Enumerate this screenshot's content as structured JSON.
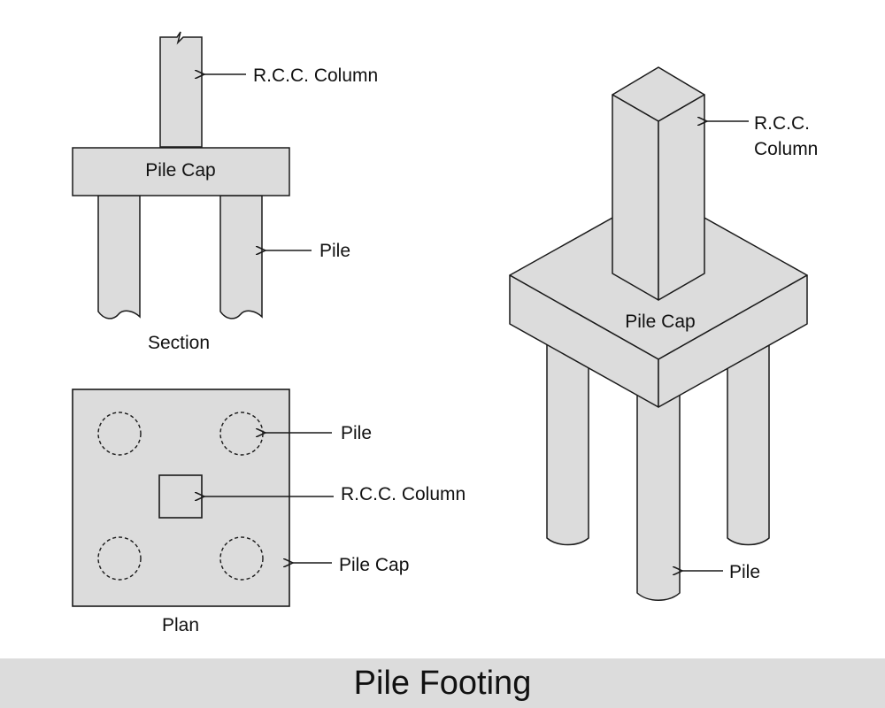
{
  "colors": {
    "fill": "#dcdcdc",
    "stroke": "#1a1a1a",
    "title_bar": "#dcdcdc"
  },
  "section": {
    "caption": "Section",
    "column_label": "R.C.C. Column",
    "pile_cap_label": "Pile Cap",
    "pile_label": "Pile"
  },
  "plan": {
    "caption": "Plan",
    "pile_label": "Pile",
    "column_label": "R.C.C. Column",
    "pile_cap_label": "Pile Cap"
  },
  "isometric": {
    "column_label_line1": "R.C.C.",
    "column_label_line2": "Column",
    "pile_cap_label": "Pile Cap",
    "pile_label": "Pile"
  },
  "title": "Pile Footing"
}
